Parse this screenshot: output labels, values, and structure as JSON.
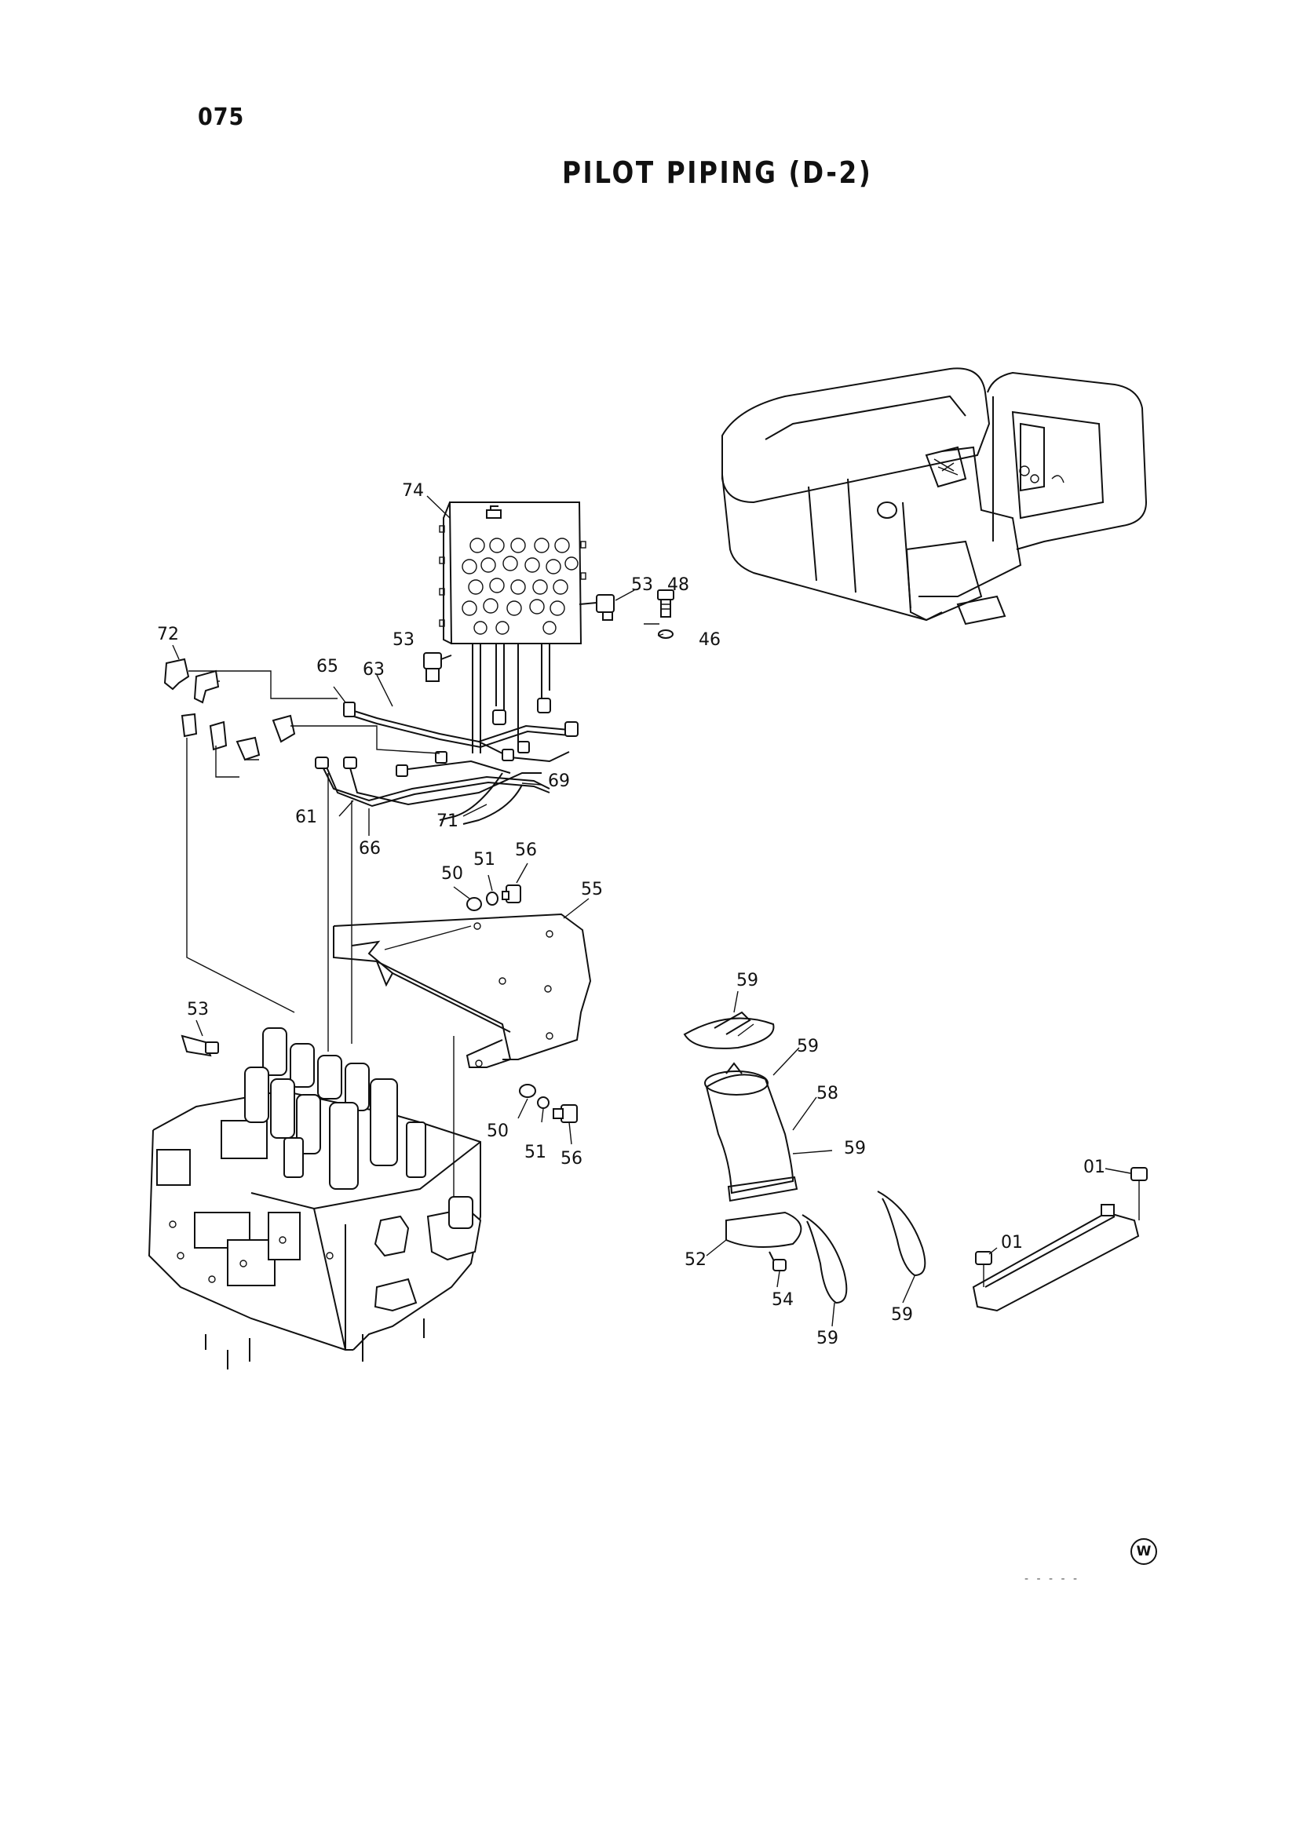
{
  "page": {
    "number": "075",
    "title": "PILOT PIPING (D-2)"
  },
  "callouts": {
    "c01a": "01",
    "c01b": "01",
    "c46": "46",
    "c48": "48",
    "c50a": "50",
    "c50b": "50",
    "c51a": "51",
    "c51b": "51",
    "c52": "52",
    "c53a": "53",
    "c53b": "53",
    "c53c": "53",
    "c54": "54",
    "c55": "55",
    "c56a": "56",
    "c56b": "56",
    "c58": "58",
    "c59a": "59",
    "c59b": "59",
    "c59c": "59",
    "c59d": "59",
    "c59e": "59",
    "c61": "61",
    "c63": "63",
    "c65": "65",
    "c66": "66",
    "c69": "69",
    "c71": "71",
    "c72": "72",
    "c74": "74"
  },
  "marks": {
    "watermark": "W",
    "footer_code": "- - - - -"
  }
}
